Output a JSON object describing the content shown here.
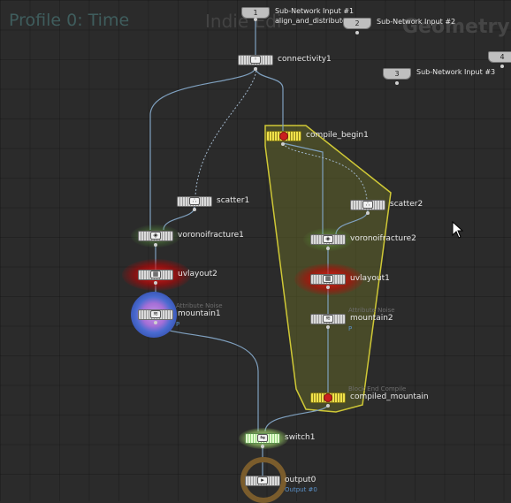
{
  "watermarks": {
    "profile": "Profile 0: Time",
    "edition": "Indie Edi",
    "context": "Geometry"
  },
  "colors": {
    "background": "#2b2b2b",
    "wire": "#7fa0bf",
    "network_box": "#cfc836",
    "render_flag": "#3a58b8",
    "output_ring": "#7a5c2c"
  },
  "inputs": [
    {
      "number": "1",
      "label": "Sub-Network Input #1",
      "sublabel": "align_and_distribute"
    },
    {
      "number": "2",
      "label": "Sub-Network Input #2"
    },
    {
      "number": "3",
      "label": "Sub-Network Input #3"
    },
    {
      "number": "4",
      "label": ""
    }
  ],
  "nodes": {
    "connectivity1": {
      "label": "connectivity1"
    },
    "compile_begin1": {
      "label": "compile_begin1"
    },
    "scatter1": {
      "label": "scatter1"
    },
    "scatter2": {
      "label": "scatter2"
    },
    "voronoifracture1": {
      "label": "voronoifracture1"
    },
    "voronoifracture2": {
      "label": "voronoifracture2"
    },
    "uvlayout2": {
      "label": "uvlayout2"
    },
    "uvlayout1": {
      "label": "uvlayout1"
    },
    "mountain1": {
      "label": "mountain1",
      "type": "Attribute Noise",
      "param": "P"
    },
    "mountain2": {
      "label": "mountain2",
      "type": "Attribute Noise",
      "param": "P"
    },
    "compiled_mountain": {
      "label": "compiled_mountain",
      "type": "Block End Compile"
    },
    "switch1": {
      "label": "switch1"
    },
    "output0": {
      "label": "output0",
      "tag": "Output #0"
    }
  }
}
